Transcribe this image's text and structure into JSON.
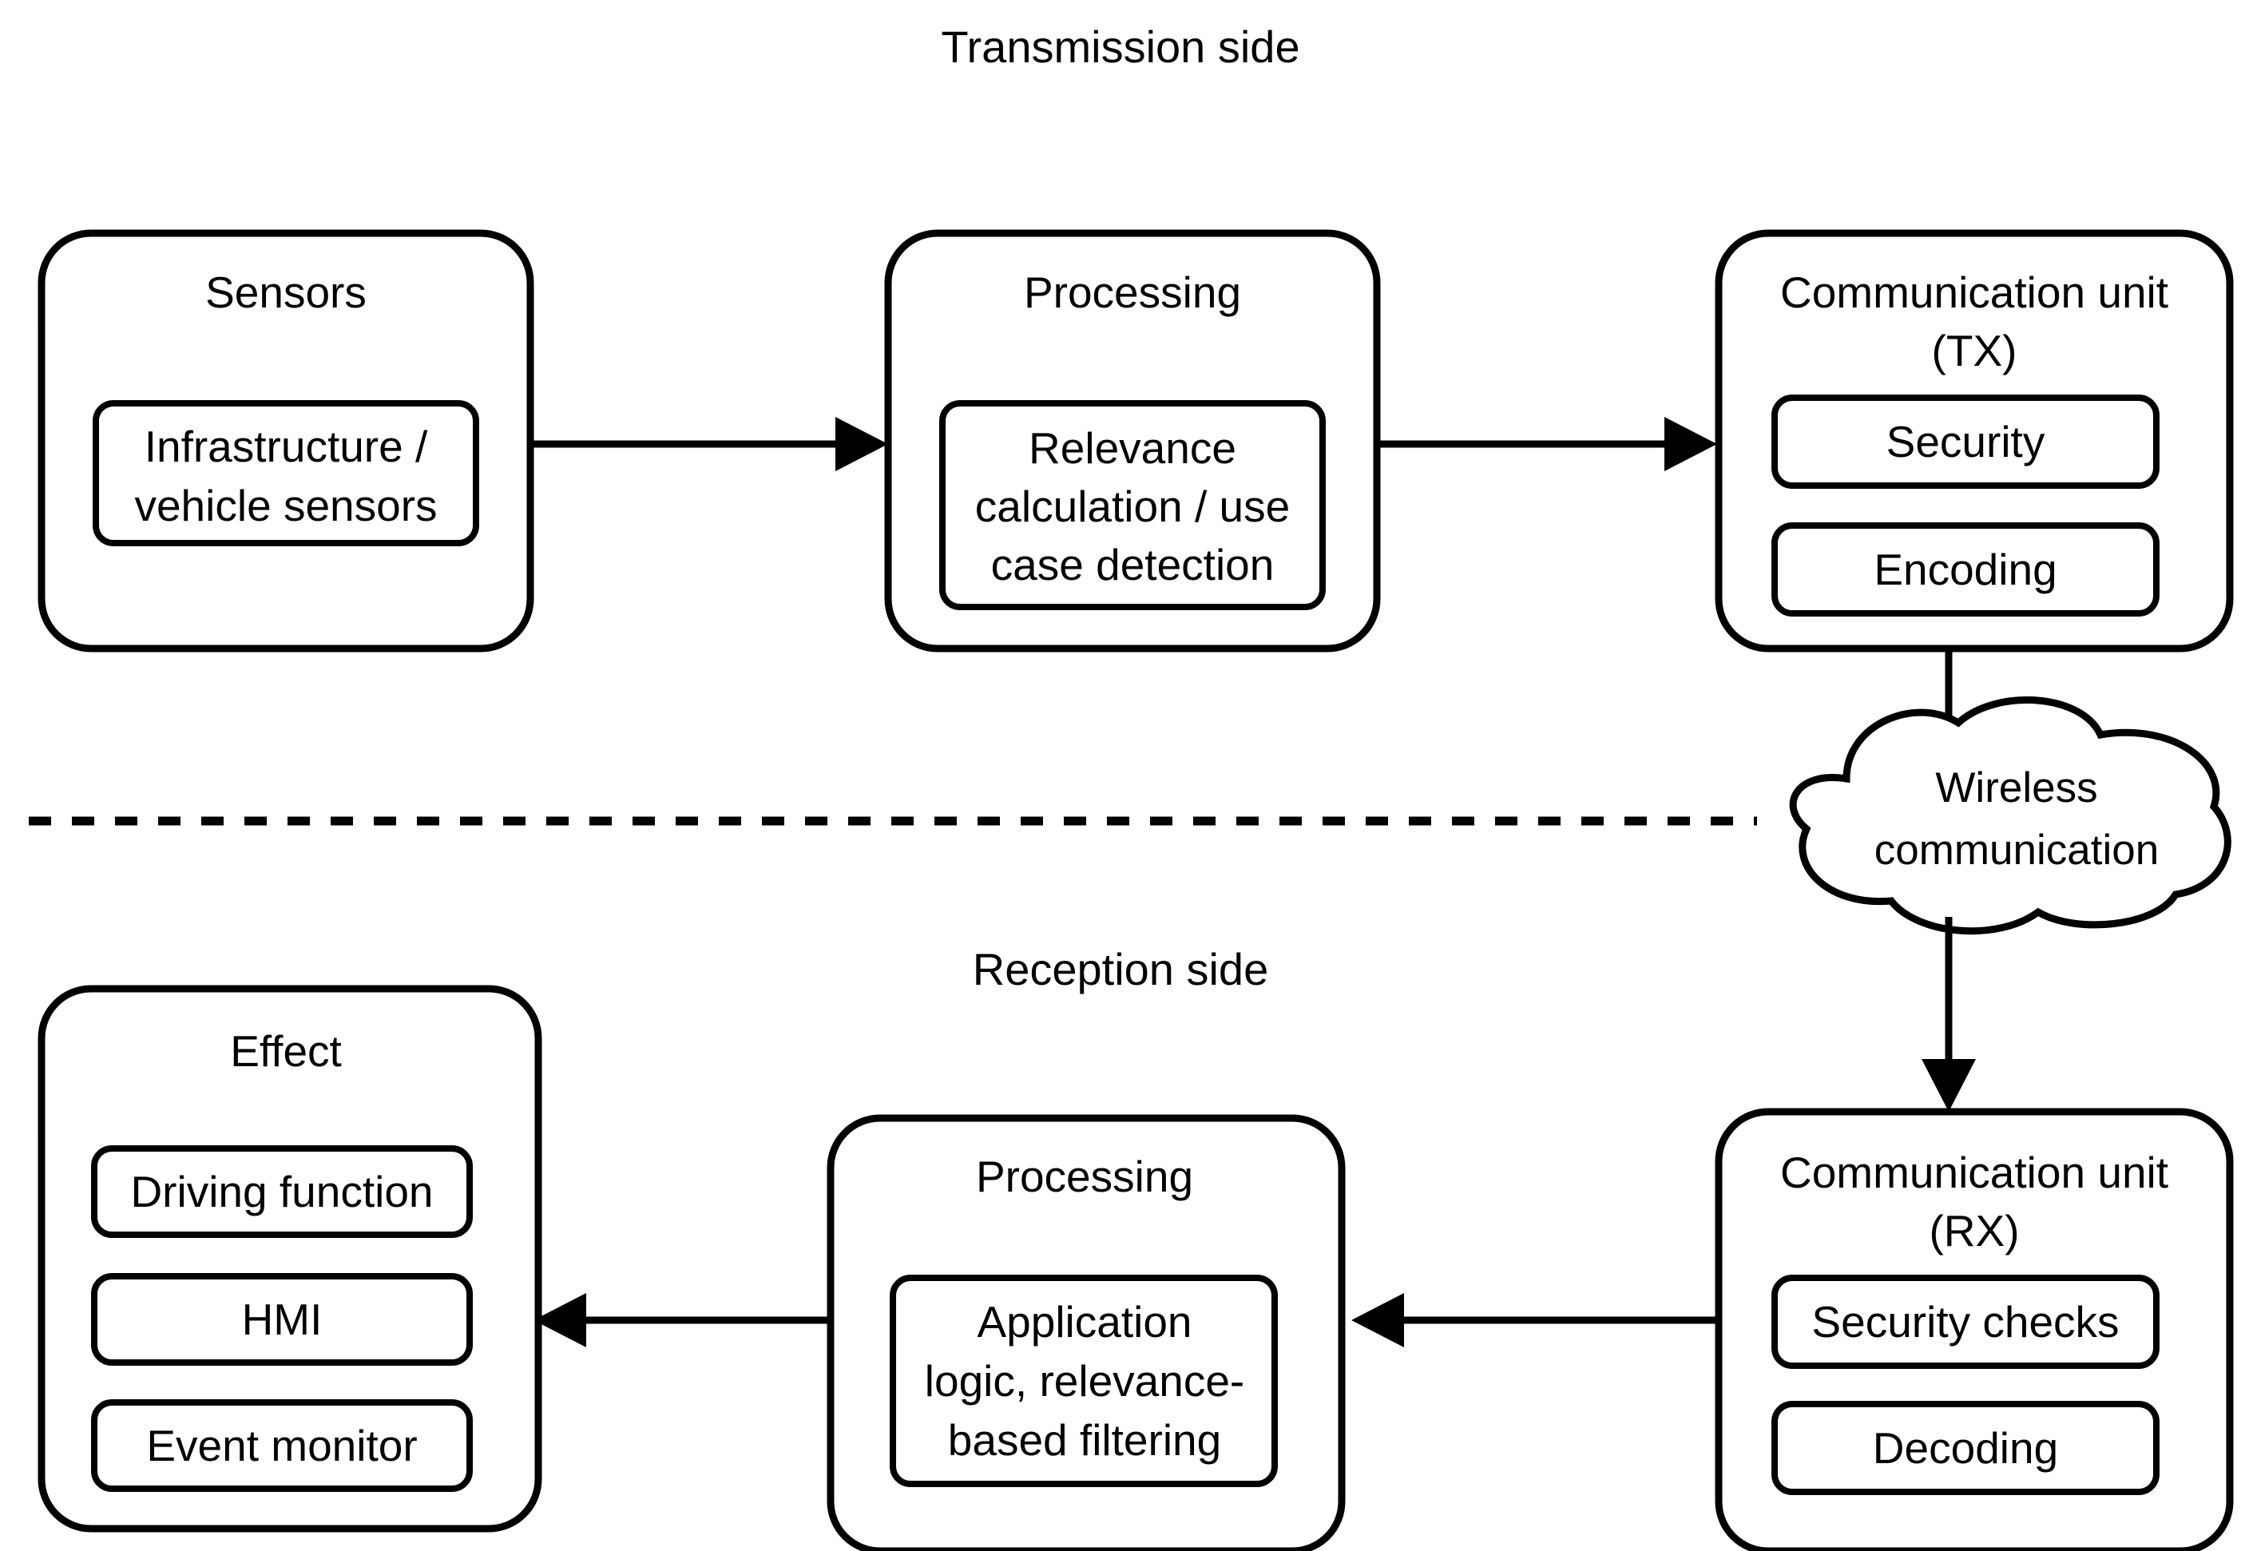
{
  "diagram": {
    "title_transmission": "Transmission side",
    "title_reception": "Reception side",
    "colors": {
      "stroke": "#000000",
      "background": "#ffffff"
    },
    "transmission": {
      "sensors": {
        "title": "Sensors",
        "items": [
          {
            "line1": "Infrastructure /",
            "line2": "vehicle sensors"
          }
        ]
      },
      "processing": {
        "title": "Processing",
        "items": [
          {
            "line1": "Relevance",
            "line2": "calculation / use",
            "line3": "case detection"
          }
        ]
      },
      "communication_unit": {
        "title_line1": "Communication unit",
        "title_line2": "(TX)",
        "items": [
          {
            "label": "Security"
          },
          {
            "label": "Encoding"
          }
        ]
      }
    },
    "channel": {
      "cloud_line1": "Wireless",
      "cloud_line2": "communication"
    },
    "reception": {
      "effect": {
        "title": "Effect",
        "items": [
          {
            "label": "Driving function"
          },
          {
            "label": "HMI"
          },
          {
            "label": "Event monitor"
          }
        ]
      },
      "processing": {
        "title": "Processing",
        "items": [
          {
            "line1": "Application",
            "line2": "logic, relevance-",
            "line3": "based filtering"
          }
        ]
      },
      "communication_unit": {
        "title_line1": "Communication unit",
        "title_line2": "(RX)",
        "items": [
          {
            "label": "Security checks"
          },
          {
            "label": "Decoding"
          }
        ]
      }
    }
  }
}
